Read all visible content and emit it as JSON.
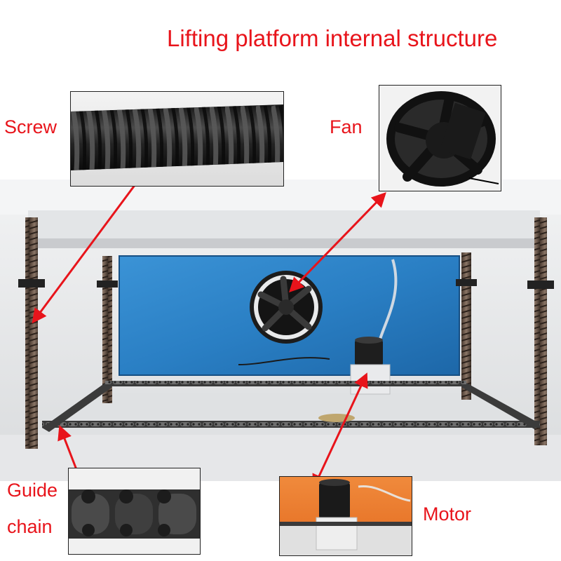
{
  "title": "Lifting platform internal structure",
  "callouts": {
    "screw": "Screw",
    "fan": "Fan",
    "guide_chain_line1": "Guide",
    "guide_chain_line2": "chain",
    "motor": "Motor"
  },
  "colors": {
    "label_red": "#e8141b",
    "arrow_red": "#e8141b",
    "panel_blue": "#2a7fc4",
    "cabinet_white": "#e9eaeb",
    "metal_dark": "#2b2b2b"
  }
}
